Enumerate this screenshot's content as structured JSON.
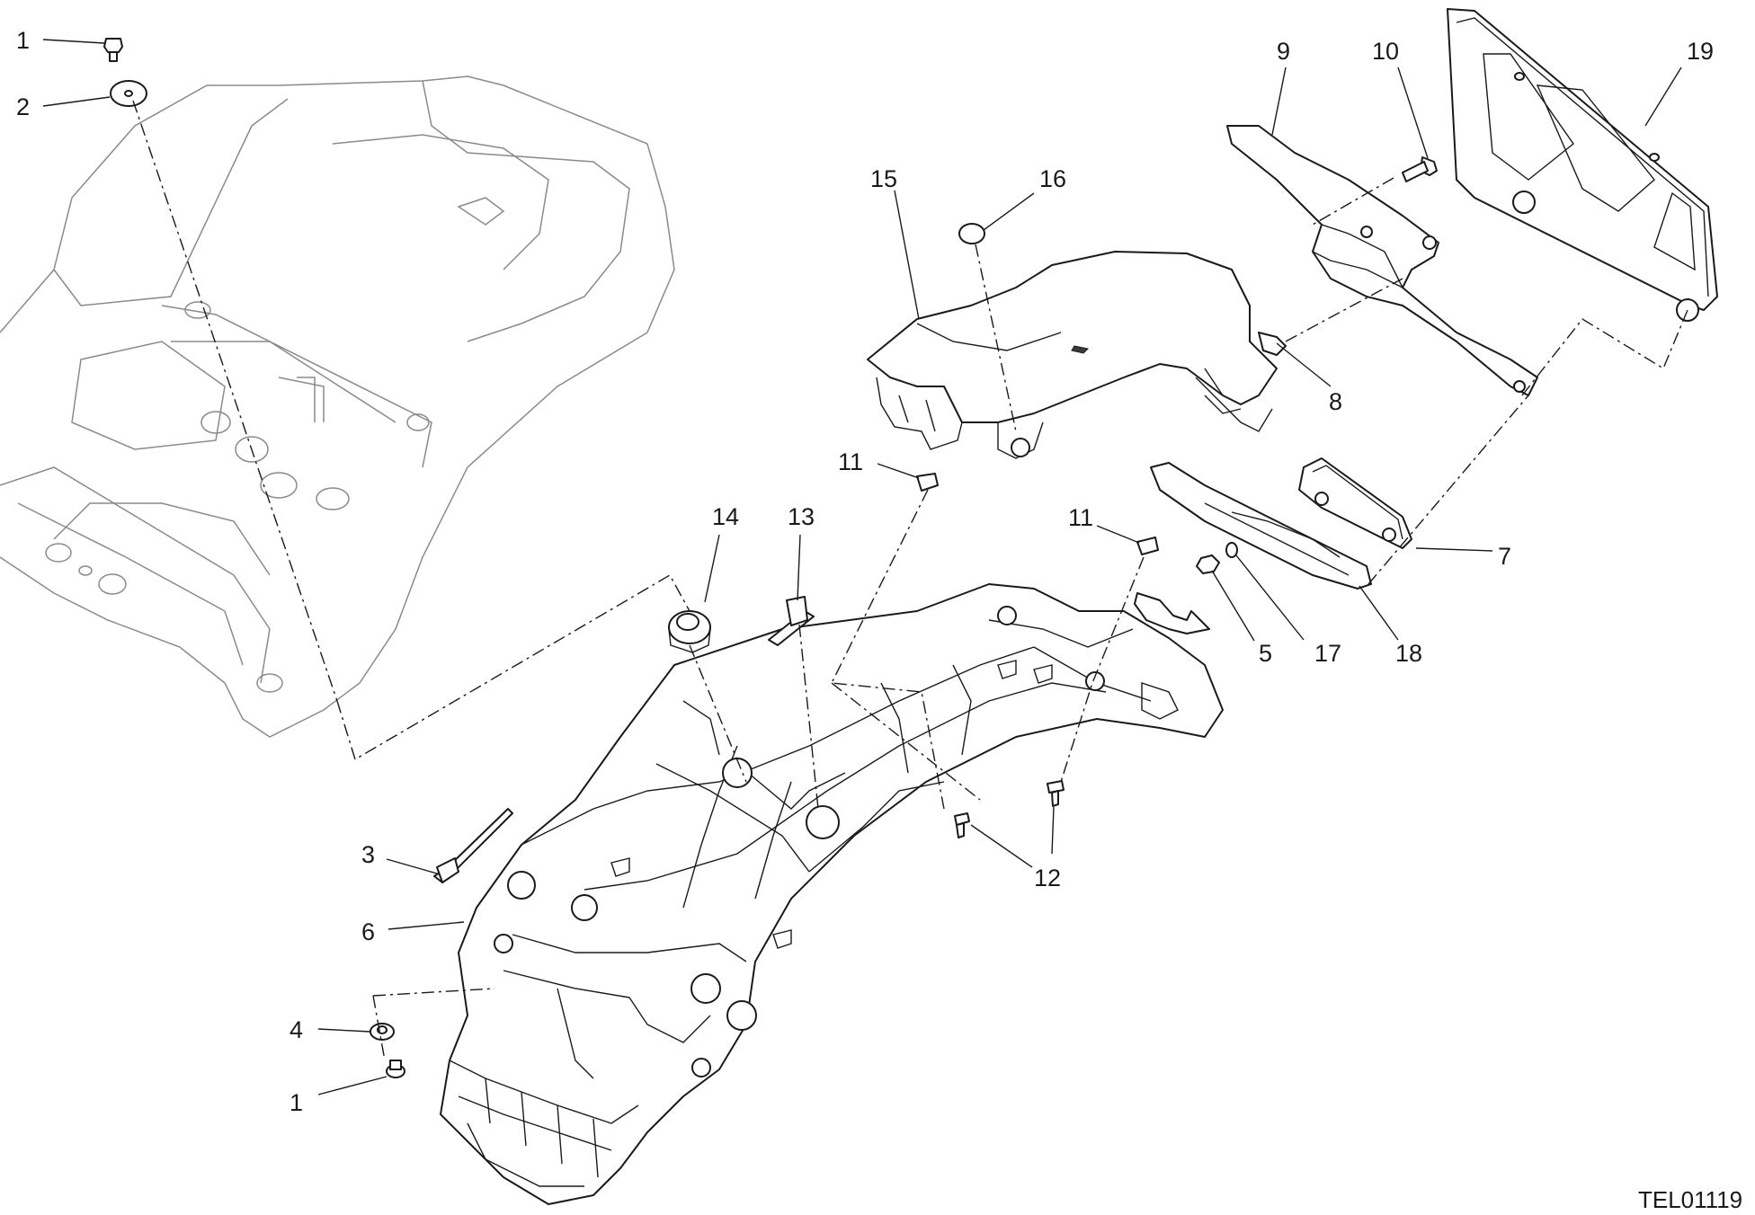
{
  "drawing": {
    "code": "TEL01119",
    "callouts": [
      {
        "id": "c1a",
        "label": "1"
      },
      {
        "id": "c2",
        "label": "2"
      },
      {
        "id": "c3",
        "label": "3"
      },
      {
        "id": "c4",
        "label": "4"
      },
      {
        "id": "c1b",
        "label": "1"
      },
      {
        "id": "c5",
        "label": "5"
      },
      {
        "id": "c6",
        "label": "6"
      },
      {
        "id": "c7",
        "label": "7"
      },
      {
        "id": "c8",
        "label": "8"
      },
      {
        "id": "c9",
        "label": "9"
      },
      {
        "id": "c10",
        "label": "10"
      },
      {
        "id": "c11a",
        "label": "11"
      },
      {
        "id": "c11b",
        "label": "11"
      },
      {
        "id": "c12",
        "label": "12"
      },
      {
        "id": "c13",
        "label": "13"
      },
      {
        "id": "c14",
        "label": "14"
      },
      {
        "id": "c15",
        "label": "15"
      },
      {
        "id": "c16",
        "label": "16"
      },
      {
        "id": "c17",
        "label": "17"
      },
      {
        "id": "c18",
        "label": "18"
      },
      {
        "id": "c19",
        "label": "19"
      }
    ]
  }
}
